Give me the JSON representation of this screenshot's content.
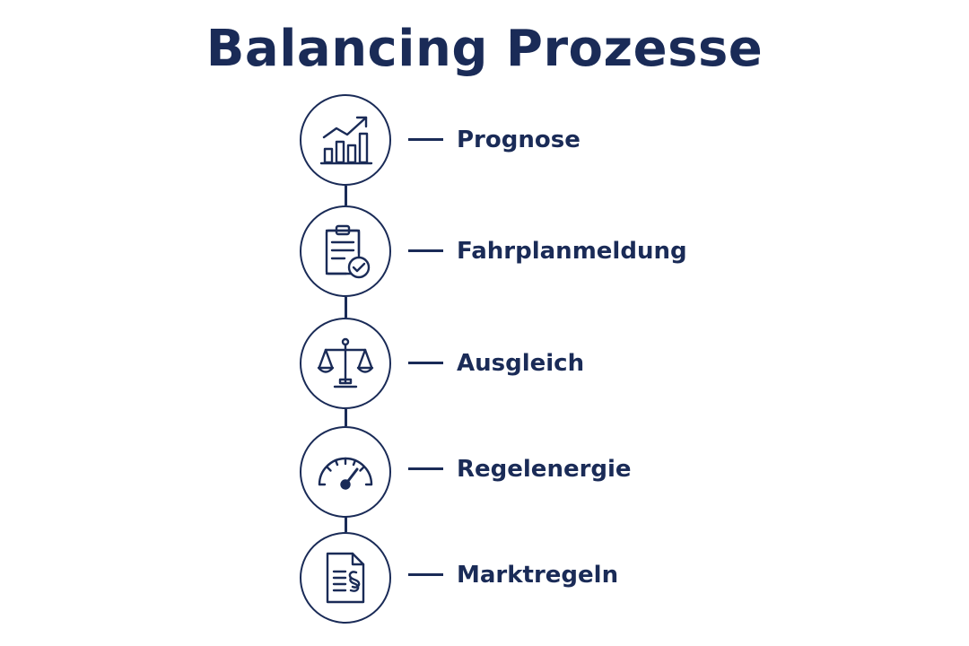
{
  "title": "Balancing Prozesse",
  "colors": {
    "primary": "#1a2b57",
    "background": "#ffffff"
  },
  "steps": [
    {
      "label": "Prognose",
      "icon": "chart-growth-icon"
    },
    {
      "label": "Fahrplanmeldung",
      "icon": "clipboard-check-icon"
    },
    {
      "label": "Ausgleich",
      "icon": "balance-scale-icon"
    },
    {
      "label": "Regelenergie",
      "icon": "gauge-icon"
    },
    {
      "label": "Marktregeln",
      "icon": "legal-document-icon"
    }
  ]
}
